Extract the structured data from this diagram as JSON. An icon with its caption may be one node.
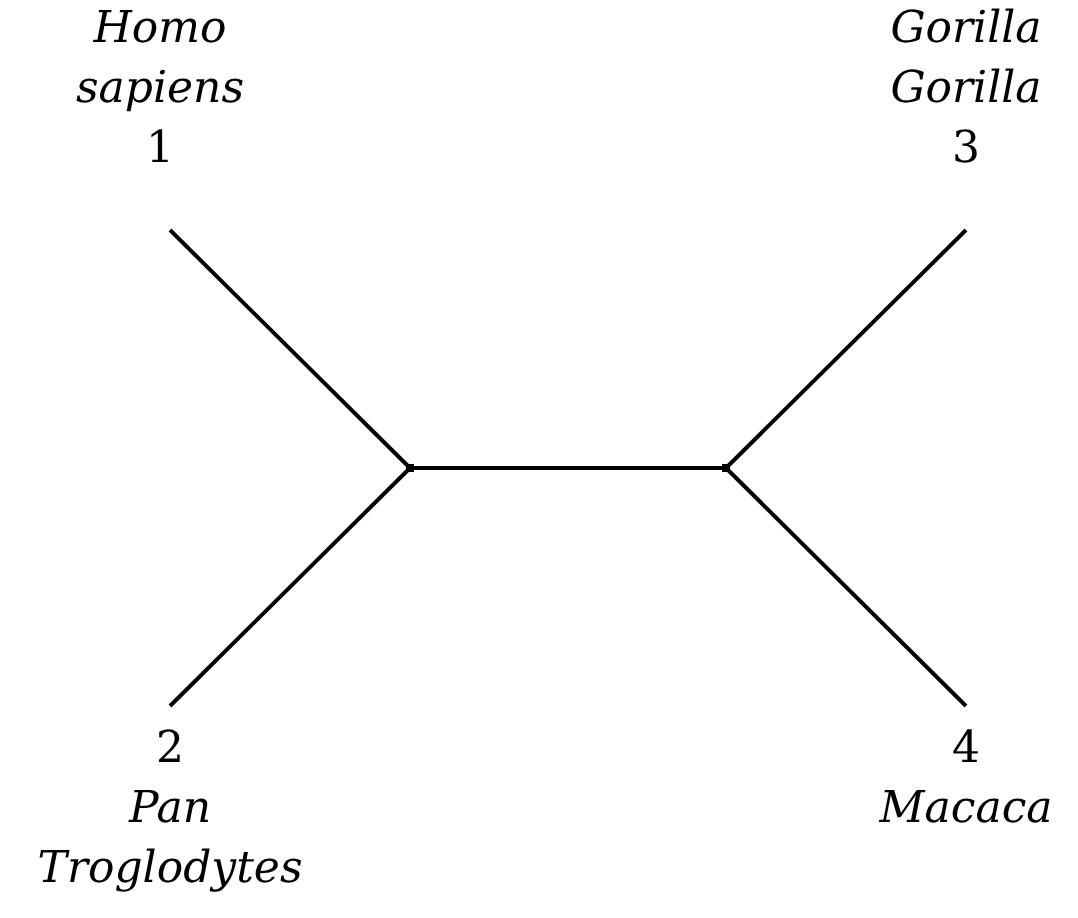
{
  "diagram": {
    "nodes": [
      {
        "text": [
          "Homo sapiens",
          "1"
        ]
      },
      {
        "text": [
          "Gorilla Gorilla",
          "3"
        ]
      },
      {
        "text": [],
        "shape": "point"
      },
      {
        "text": [],
        "shape": "point"
      },
      {
        "text": [
          "2",
          "Pan Troglodytes"
        ]
      },
      {
        "text": [
          "4",
          "Macaca"
        ]
      }
    ],
    "edges": [
      {
        "from": 0,
        "to": 2,
        "arrow": "none"
      },
      {
        "from": 2,
        "to": 4,
        "arrow": "none"
      },
      {
        "from": 2,
        "to": 3,
        "arrow": "none"
      },
      {
        "from": 3,
        "to": 1,
        "arrow": "none"
      },
      {
        "from": 3,
        "to": 5,
        "arrow": "none"
      }
    ]
  }
}
